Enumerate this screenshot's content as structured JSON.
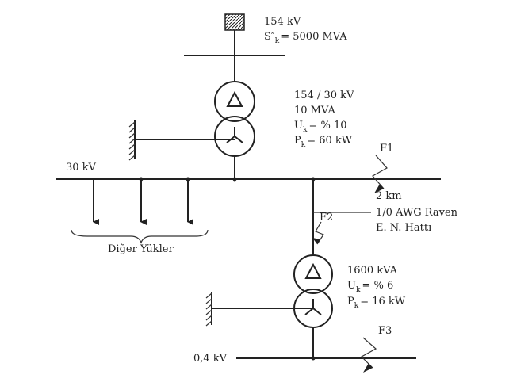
{
  "source": {
    "voltage": "154 kV",
    "sk_label": "S″",
    "sk_sub": "k",
    "sk_value": "= 5000 MVA"
  },
  "transformer1": {
    "ratio": "154 / 30 kV",
    "rating": "10 MVA",
    "uk_label": "U",
    "uk_sub": "k",
    "uk_value": "= % 10",
    "pk_label": "P",
    "pk_sub": "k",
    "pk_value": "= 60 kW"
  },
  "bus_30kv": {
    "label": "30 kV"
  },
  "loads": {
    "label": "Diğer Yükler"
  },
  "faults": {
    "f1": "F1",
    "f2": "F2",
    "f3": "F3"
  },
  "line": {
    "length": "2 km",
    "conductor": "1/0 AWG Raven",
    "type": "E. N. Hattı"
  },
  "transformer2": {
    "rating": "1600 kVA",
    "uk_label": "U",
    "uk_sub": "k",
    "uk_value": "= % 6",
    "pk_label": "P",
    "pk_sub": "k",
    "pk_value": "= 16 kW"
  },
  "bus_04kv": {
    "label": "0,4 kV"
  }
}
